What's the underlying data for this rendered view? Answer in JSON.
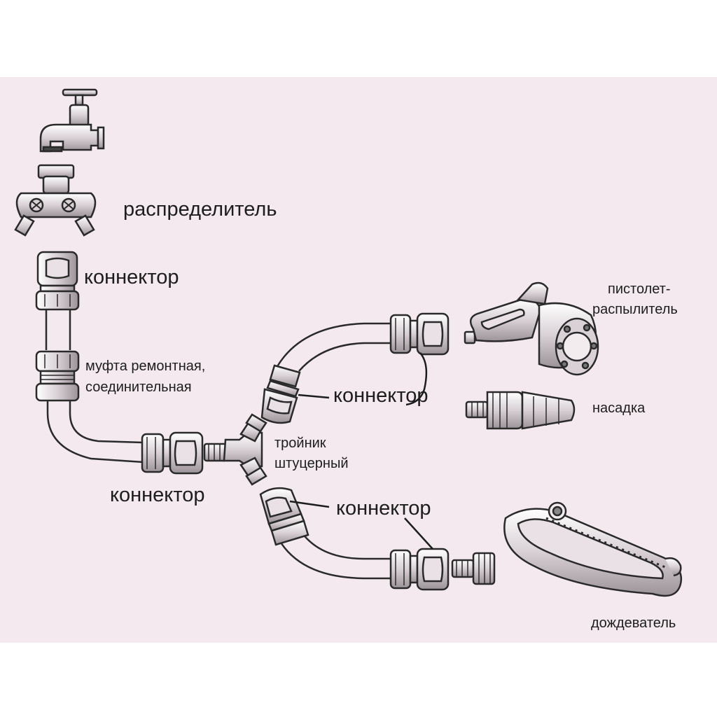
{
  "labels": {
    "distributor": "распределитель",
    "connector_1": "коннектор",
    "coupling_line1": "муфта ремонтная,",
    "coupling_line2": "соединительная",
    "connector_2": "коннектор",
    "connector_3": "коннектор",
    "connector_4": "коннектор",
    "tee_line1": "тройник",
    "tee_line2": "штуцерный",
    "spray_gun_line1": "пистолет-",
    "spray_gun_line2": "распылитель",
    "nozzle": "насадка",
    "sprinkler": "дождеватель"
  },
  "colors": {
    "background": "#f3e9ee",
    "outline": "#2a2a2a",
    "part_fill": "#ece4e8",
    "part_shade": "#a59ca2"
  }
}
